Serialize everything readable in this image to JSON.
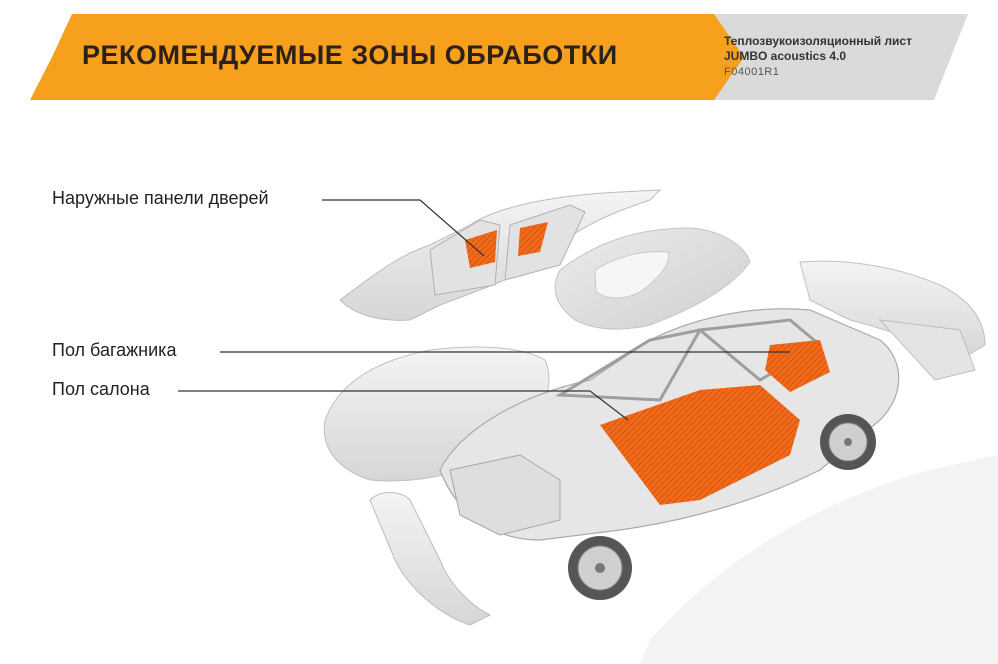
{
  "header": {
    "title": "РЕКОМЕНДУЕМЫЕ ЗОНЫ ОБРАБОТКИ",
    "accent_color": "#f7a01e",
    "panel_color": "#d9d9d9"
  },
  "product": {
    "line1": "Теплозвукоизоляционный лист",
    "line2": "JUMBO acoustics 4.0",
    "code": "F04001R1"
  },
  "callouts": [
    {
      "label": "Наружные панели дверей"
    },
    {
      "label": "Пол багажника"
    },
    {
      "label": "Пол салона"
    }
  ],
  "illustration": {
    "description_icon": "exploded-car-body-icon",
    "highlight_color": "#f06a1a"
  }
}
